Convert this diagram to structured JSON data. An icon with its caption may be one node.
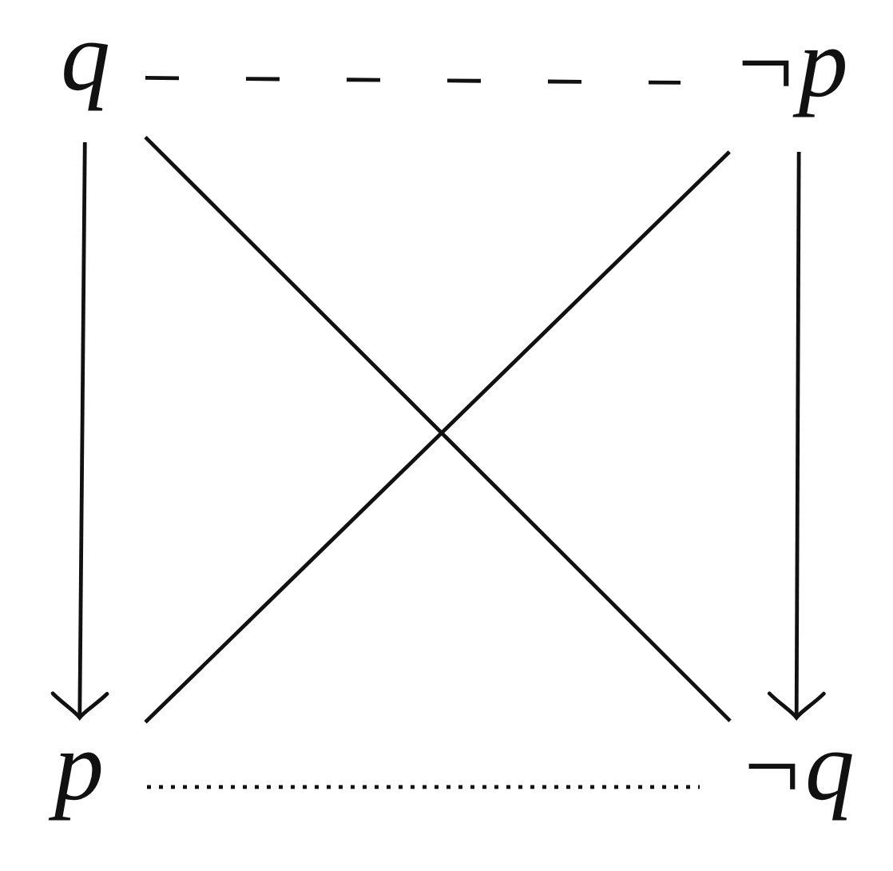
{
  "diagram": {
    "nodes": [
      {
        "text": [
          "q"
        ]
      },
      {
        "text": [
          "¬p"
        ]
      },
      {
        "text": [
          "p"
        ]
      },
      {
        "text": [
          "¬q"
        ]
      }
    ],
    "edges": [
      {
        "from": 0,
        "to": 1,
        "arrow": "none",
        "style": "dashed"
      },
      {
        "from": 0,
        "to": 2,
        "arrow": "to"
      },
      {
        "from": 0,
        "to": 3,
        "arrow": "none"
      },
      {
        "from": 1,
        "to": 2,
        "arrow": "none"
      },
      {
        "from": 1,
        "to": 3,
        "arrow": "to"
      },
      {
        "from": 2,
        "to": 3,
        "arrow": "none",
        "style": "dashed"
      }
    ]
  }
}
